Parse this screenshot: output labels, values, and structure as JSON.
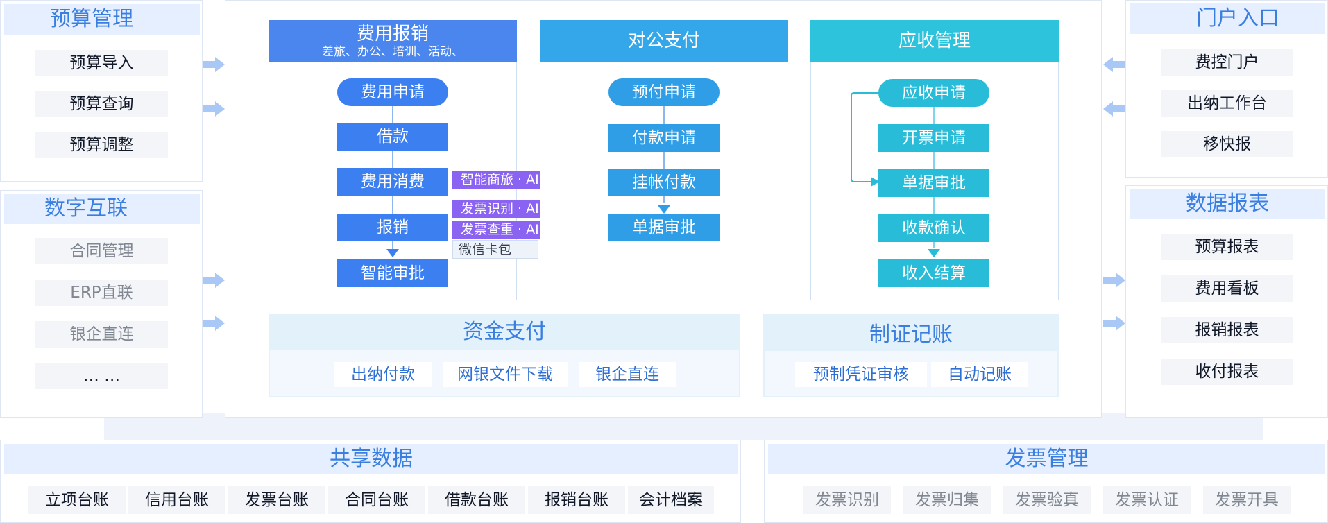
{
  "colors": {
    "blue_head": "#4a86ee",
    "blue_box": "#3b7ff1",
    "sky_head": "#33a7ea",
    "sky_box": "#2f9ee6",
    "teal_head": "#2ec3dc",
    "teal_box": "#29bcd8",
    "ai_tag": "#8b63f2",
    "title_text": "#3a7fe0"
  },
  "left": {
    "budget": {
      "title": "预算管理",
      "items": [
        "预算导入",
        "预算查询",
        "预算调整"
      ]
    },
    "digital": {
      "title": "数字互联",
      "items": [
        "合同管理",
        "ERP直联",
        "银企直连",
        "… …"
      ]
    }
  },
  "right": {
    "portal": {
      "title": "门户入口",
      "items": [
        "费控门户",
        "出纳工作台",
        "移快报"
      ]
    },
    "reports": {
      "title": "数据报表",
      "items": [
        "预算报表",
        "费用看板",
        "报销报表",
        "收付报表"
      ]
    }
  },
  "center": {
    "expense": {
      "title": "费用报销",
      "subtitle": "差旅、办公、培训、活动、",
      "steps": [
        "费用申请",
        "借款",
        "费用消费",
        "报销",
        "智能审批"
      ],
      "tags": [
        "智能商旅 · AI",
        "发票识别 · AI",
        "发票查重 · AI",
        "微信卡包"
      ]
    },
    "payment": {
      "title": "对公支付",
      "steps": [
        "预付申请",
        "付款申请",
        "挂帐付款",
        "单据审批"
      ]
    },
    "receivable": {
      "title": "应收管理",
      "steps": [
        "应收申请",
        "开票申请",
        "单据审批",
        "收款确认",
        "收入结算"
      ]
    },
    "funds": {
      "title": "资金支付",
      "items": [
        "出纳付款",
        "网银文件下载",
        "银企直连"
      ]
    },
    "voucher": {
      "title": "制证记账",
      "items": [
        "预制凭证审核",
        "自动记账"
      ]
    }
  },
  "bottom": {
    "shared": {
      "title": "共享数据",
      "items": [
        "立项台账",
        "信用台账",
        "发票台账",
        "合同台账",
        "借款台账",
        "报销台账",
        "会计档案"
      ]
    },
    "invoice": {
      "title": "发票管理",
      "items": [
        "发票识别",
        "发票归集",
        "发票验真",
        "发票认证",
        "发票开具"
      ]
    }
  }
}
